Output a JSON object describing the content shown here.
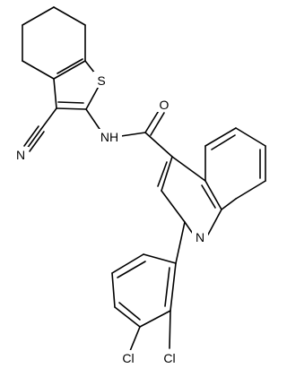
{
  "atoms": {
    "nitrile_n": "N",
    "amide_nh": "NH",
    "carbonyl_o": "O",
    "thiophene_s": "S",
    "quinoline_n": "N",
    "chloro_left": "Cl",
    "chloro_right": "Cl"
  }
}
